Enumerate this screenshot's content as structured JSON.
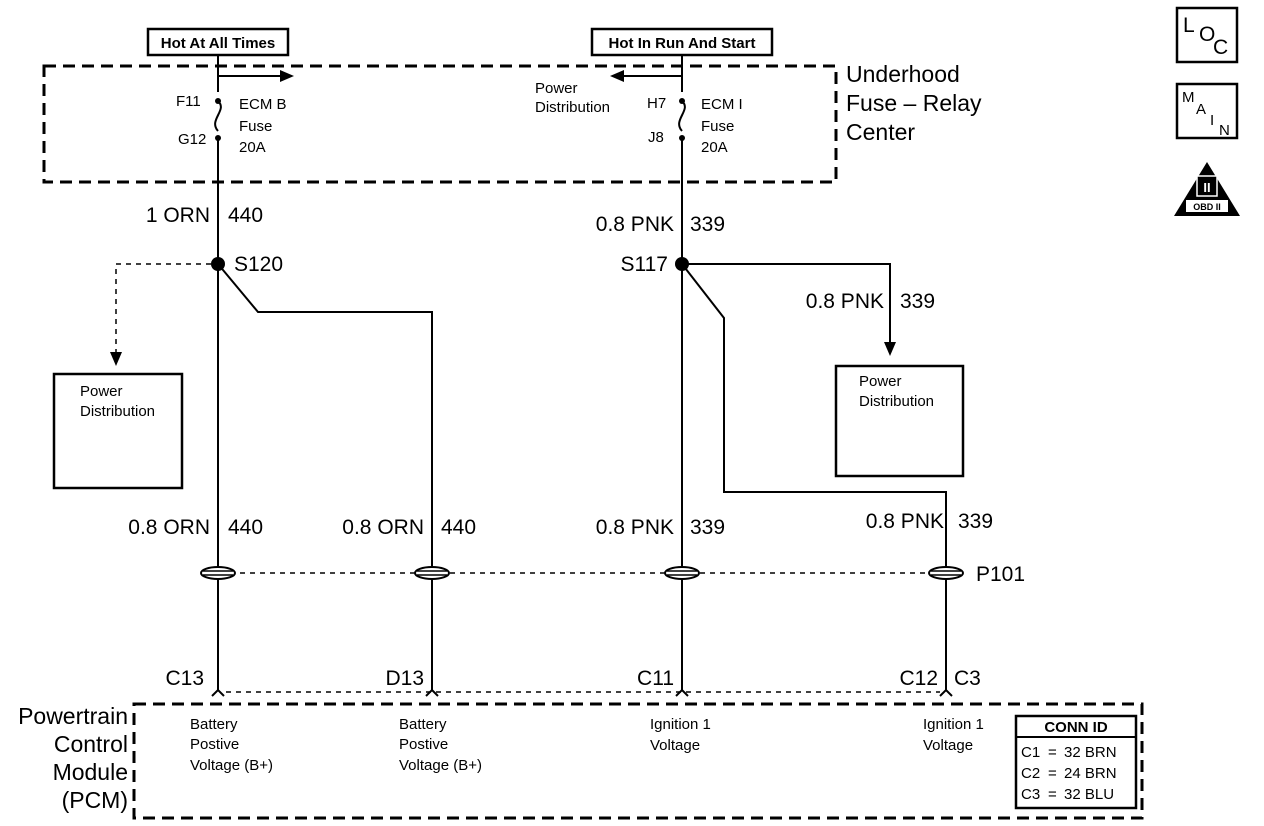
{
  "header": {
    "hot_at_all_times": "Hot At All Times",
    "hot_in_run_and_start": "Hot In Run And Start"
  },
  "fuse_block": {
    "title_line1": "Underhood",
    "title_line2": "Fuse – Relay",
    "title_line3": "Center",
    "fuse_b": {
      "pin_top": "F11",
      "pin_bottom": "G12",
      "name_line1": "ECM B",
      "name_line2": "Fuse",
      "name_line3": "20A"
    },
    "fuse_i": {
      "pin_top": "H7",
      "pin_bottom": "J8",
      "name_line1": "ECM I",
      "name_line2": "Fuse",
      "name_line3": "20A"
    },
    "power_dist_line1": "Power",
    "power_dist_line2": "Distribution"
  },
  "splices": {
    "s120": "S120",
    "s117": "S117"
  },
  "wires": {
    "w_440_top_gauge": "1 ORN",
    "w_440_top_circuit": "440",
    "w_339_top_gauge": "0.8 PNK",
    "w_339_top_circuit": "339",
    "w_339_branch_gauge": "0.8 PNK",
    "w_339_branch_circuit": "339",
    "w_440_a_gauge": "0.8 ORN",
    "w_440_a_circuit": "440",
    "w_440_b_gauge": "0.8 ORN",
    "w_440_b_circuit": "440",
    "w_339_a_gauge": "0.8 PNK",
    "w_339_a_circuit": "339",
    "w_339_b_gauge": "0.8 PNK",
    "w_339_b_circuit": "339"
  },
  "power_dist_left": {
    "line1": "Power",
    "line2": "Distribution"
  },
  "power_dist_right": {
    "line1": "Power",
    "line2": "Distribution"
  },
  "connector": {
    "name": "P101"
  },
  "pins": {
    "c13": "C13",
    "d13": "D13",
    "c11": "C11",
    "c12": "C12",
    "c3": "C3"
  },
  "pcm": {
    "title_line1": "Powertrain",
    "title_line2": "Control",
    "title_line3": "Module",
    "title_line4": "(PCM)",
    "terminal_1_line1": "Battery",
    "terminal_1_line2": "Postive",
    "terminal_1_line3": "Voltage (B+)",
    "terminal_2_line1": "Battery",
    "terminal_2_line2": "Postive",
    "terminal_2_line3": "Voltage (B+)",
    "terminal_3_line1": "Ignition 1",
    "terminal_3_line2": "Voltage",
    "terminal_4_line1": "Ignition 1",
    "terminal_4_line2": "Voltage"
  },
  "conn_id": {
    "title": "CONN ID",
    "rows": [
      {
        "id": "C1",
        "eq": "=",
        "value": "32 BRN"
      },
      {
        "id": "C2",
        "eq": "=",
        "value": "24 BRN"
      },
      {
        "id": "C3",
        "eq": "=",
        "value": "32 BLU"
      }
    ]
  },
  "side_icons": {
    "loc": {
      "l": "L",
      "o": "O",
      "c": "C"
    },
    "main": {
      "m": "M",
      "a": "A",
      "i": "I",
      "n": "N"
    },
    "obd": {
      "roman": "II",
      "label": "OBD II"
    }
  }
}
